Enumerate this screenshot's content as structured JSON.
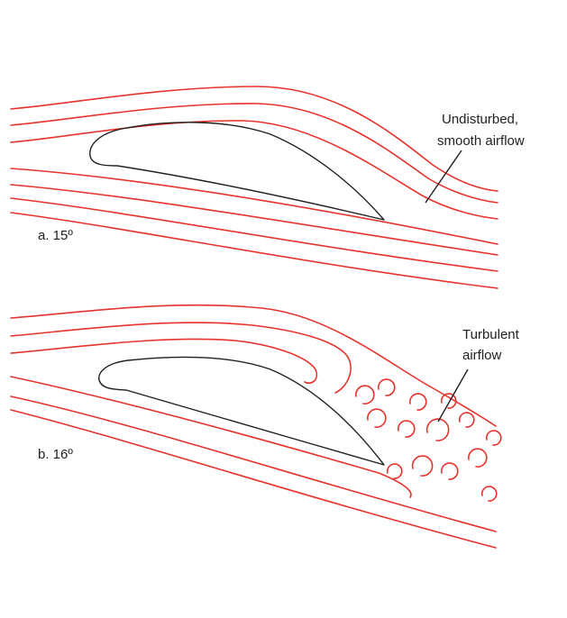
{
  "panel_a": {
    "label": "a. 15º",
    "callout_line1": "Undisturbed,",
    "callout_line2": "smooth airflow"
  },
  "panel_b": {
    "label": "b. 16º",
    "callout_line1": "Turbulent",
    "callout_line2": "airflow"
  },
  "colors": {
    "airflow": "#e8322c",
    "wing_outline": "#231f20",
    "text": "#231f20"
  }
}
